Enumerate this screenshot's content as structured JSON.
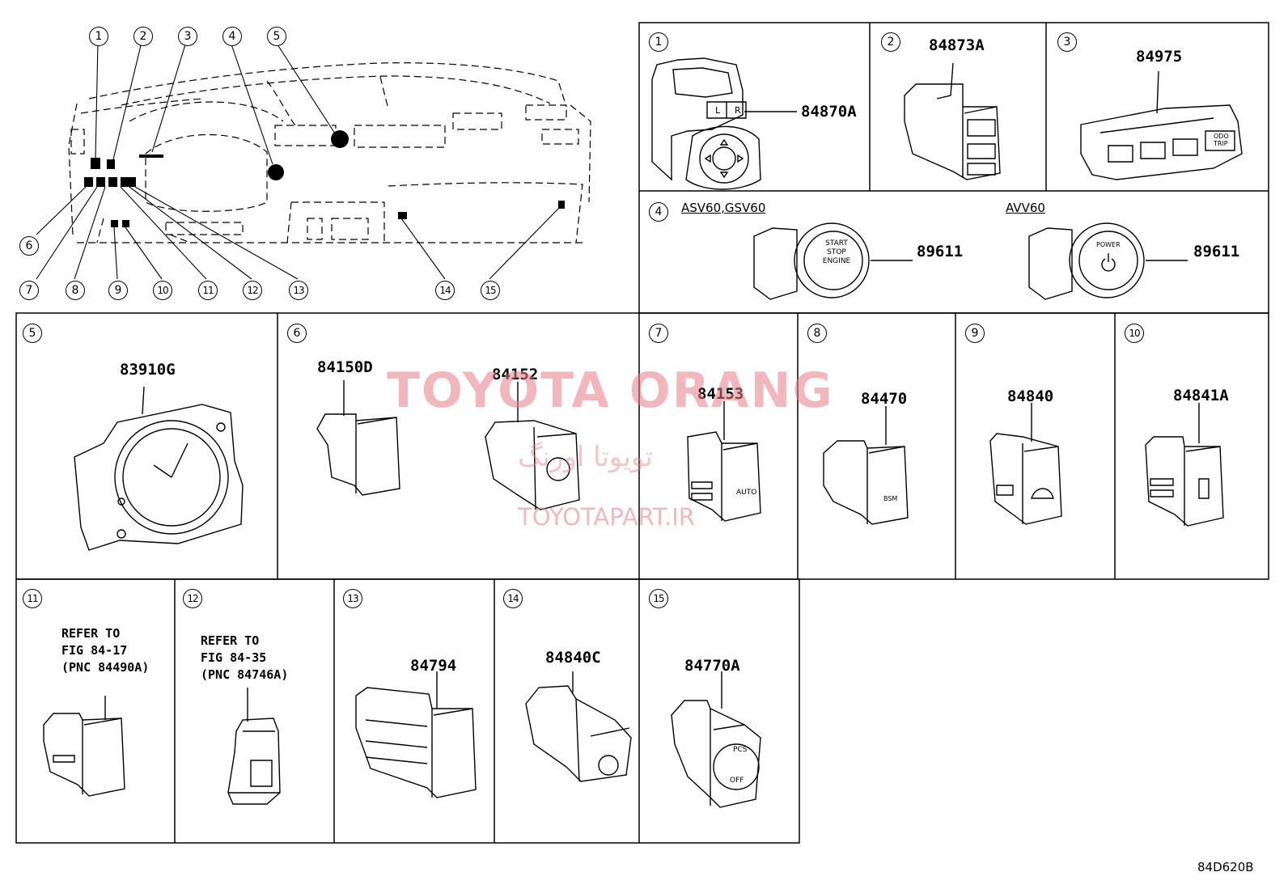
{
  "callouts": [
    "1",
    "2",
    "3",
    "4",
    "5",
    "6",
    "7",
    "8",
    "9",
    "10",
    "11",
    "12",
    "13",
    "14",
    "15"
  ],
  "parts": {
    "p1": "84870A",
    "p2": "84873A",
    "p3": "84975",
    "p4a": "89611",
    "p4b": "89611",
    "p5": "83910G",
    "p6a": "84150D",
    "p6b": "84152",
    "p7": "84153",
    "p8": "84470",
    "p9": "84840",
    "p10": "84841A",
    "p13": "84794",
    "p14": "84840C",
    "p15": "84770A"
  },
  "variants": {
    "left": "ASV60,GSV60",
    "right": "AVV60"
  },
  "notes": {
    "n11": "REFER TO\nFIG 84-17\n(PNC 84490A)",
    "n12": "REFER TO\nFIG 84-35\n(PNC 84746A)"
  },
  "switch_text": {
    "start_stop": [
      "START",
      "STOP",
      "ENGINE"
    ],
    "power": "POWER",
    "auto": "AUTO",
    "bsm": "BSM",
    "pcs": "PCS",
    "off": "OFF",
    "odo": "ODO",
    "trip": "TRIP",
    "mirror_l": "L",
    "mirror_r": "R"
  },
  "watermark": {
    "brand": "TOYOTA ORANG",
    "persian": "تویوتا اورنگ",
    "url": "TOYOTAPART.IR"
  },
  "diagram_code": "84D620B"
}
